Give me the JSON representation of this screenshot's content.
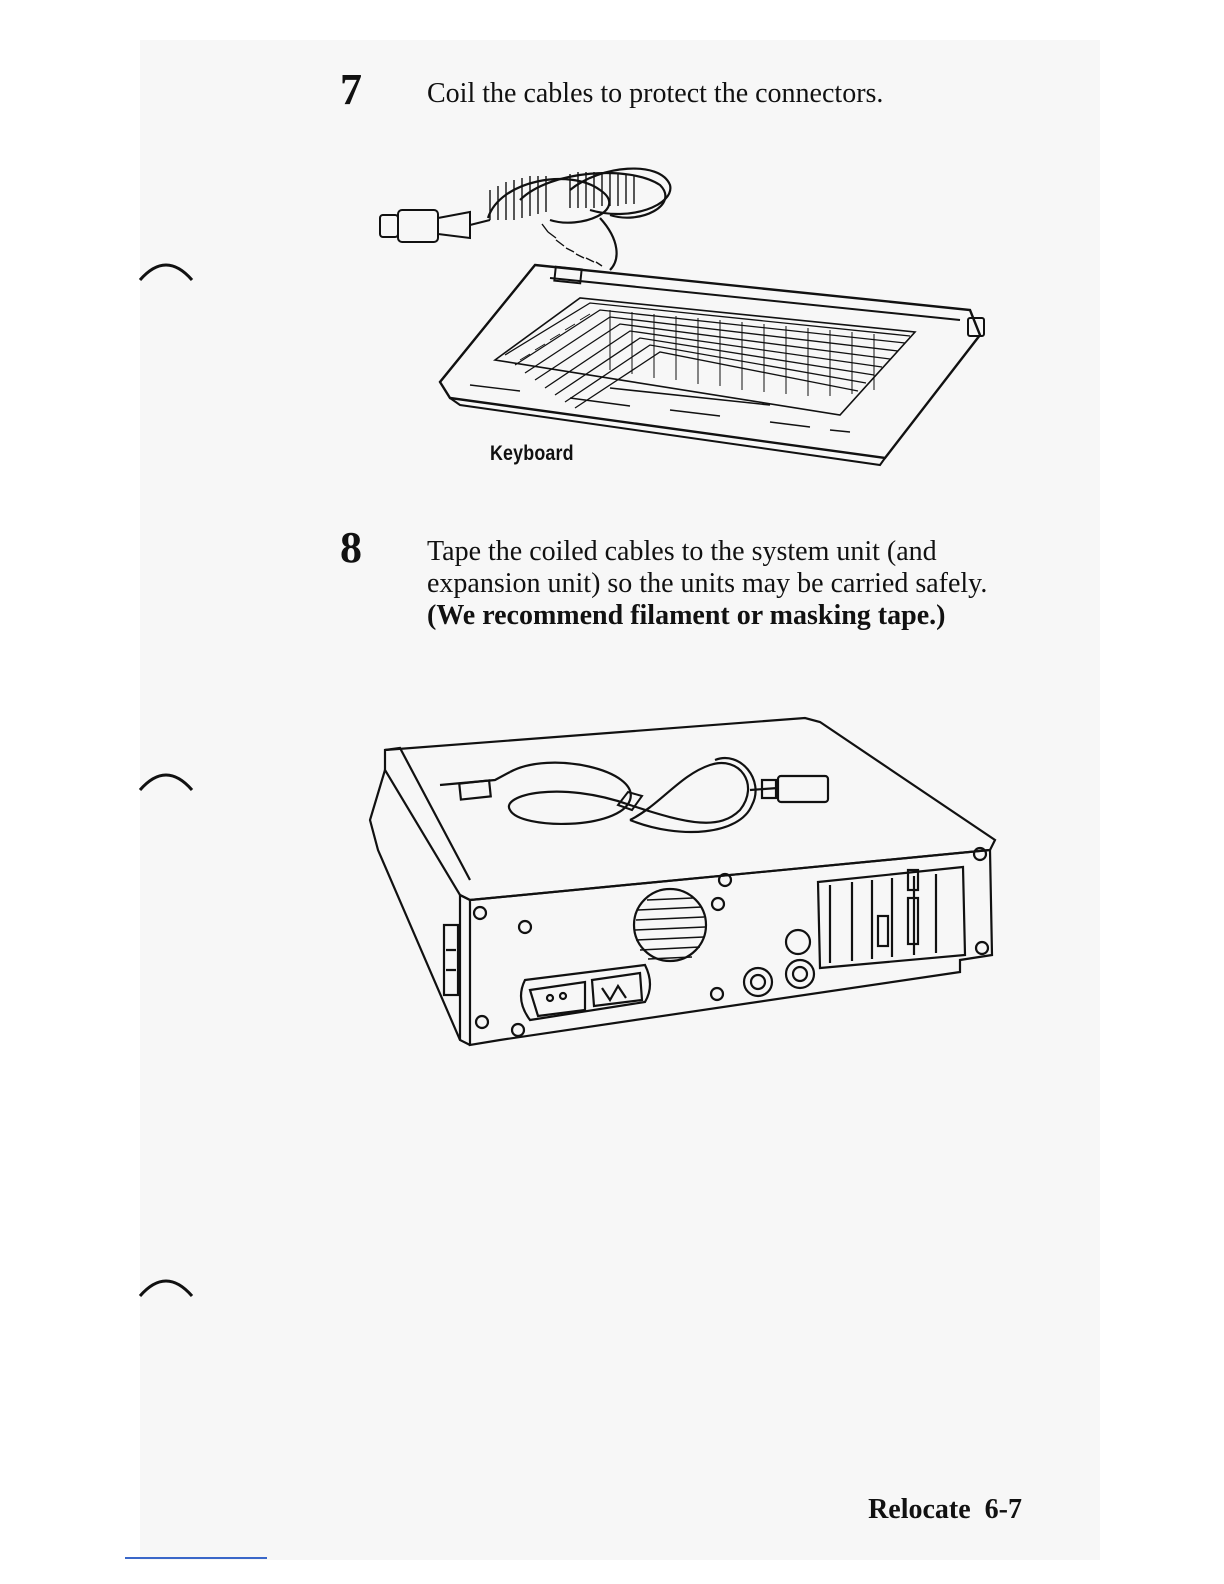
{
  "steps": [
    {
      "number": "7",
      "text": "Coil the cables to protect the connectors."
    },
    {
      "number": "8",
      "text_plain": "Tape the coiled cables to the system unit (and expansion unit) so the units may be carried safely.",
      "text_bold": "(We recommend filament or masking tape.)"
    }
  ],
  "figures": {
    "keyboard_caption": "Keyboard"
  },
  "footer": {
    "section": "Relocate",
    "page": "6-7"
  }
}
